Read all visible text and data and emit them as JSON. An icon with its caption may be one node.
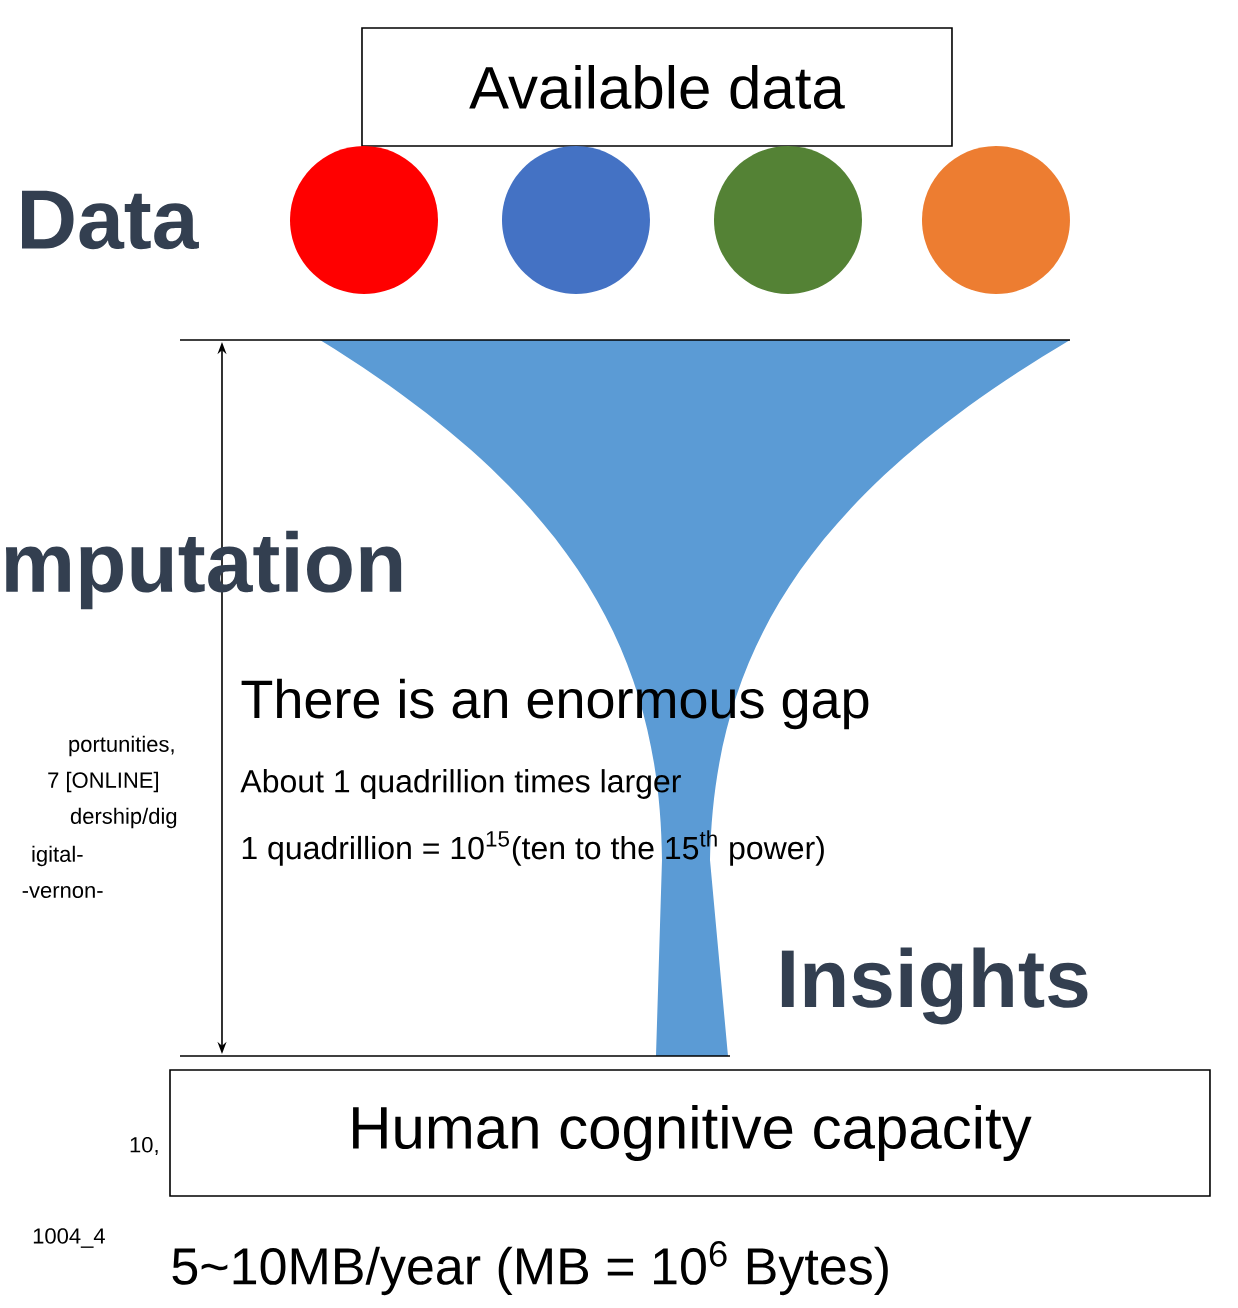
{
  "diagram": {
    "nodes": [
      {
        "text": [
          "Available data"
        ]
      },
      {
        "text": [],
        "shape": "circle"
      },
      {
        "text": [],
        "shape": "circle"
      },
      {
        "text": [],
        "shape": "circle"
      },
      {
        "text": [],
        "shape": "circle"
      },
      {
        "text": [
          "Human cognitive capacity"
        ]
      }
    ],
    "labels": [
      "Data",
      "mputation",
      "portunities,",
      "7 [ONLINE]",
      "dership/dig",
      "igital-",
      "-vernon-",
      "There is an enormous gap",
      "About 1 quadrillion times larger",
      "1 quadrillion = 10$^{15}$(ten to the 15$^{th}$ power)",
      "Insights",
      "10,",
      "1004_4",
      "5~10MB/year (MB = 10$^{6}$ Bytes)"
    ]
  }
}
